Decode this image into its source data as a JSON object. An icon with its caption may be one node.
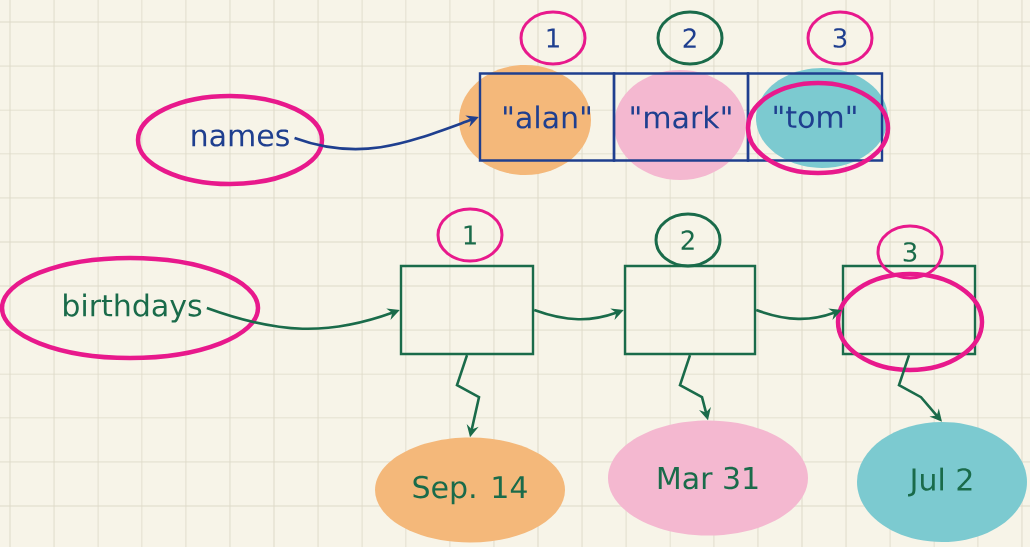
{
  "diagram": {
    "nodes": [
      {
        "text": [
          "names"
        ]
      },
      {
        "text": [
          "\"alan\""
        ],
        "beside": [
          "1"
        ]
      },
      {
        "text": [
          "\"mark\""
        ],
        "beside": [
          "2"
        ]
      },
      {
        "text": [
          "\"tom\""
        ],
        "beside": [
          "3"
        ]
      },
      {
        "text": [
          "birthdays"
        ]
      },
      {
        "text": [],
        "shape": "box",
        "beside": [
          "1"
        ]
      },
      {
        "text": [],
        "shape": "box",
        "beside": [
          "2"
        ]
      },
      {
        "text": [],
        "shape": "box",
        "beside": [
          "3"
        ]
      },
      {
        "text": [
          "Sep. 14"
        ]
      },
      {
        "text": [
          "Mar 31"
        ]
      },
      {
        "text": [
          "Jul 2"
        ]
      }
    ],
    "edges": [
      {
        "from": 0,
        "to": 1,
        "arrow": "to",
        "color": "#1f3f8f"
      },
      {
        "from": 4,
        "to": 5,
        "arrow": "to"
      },
      {
        "from": 5,
        "to": 6,
        "arrow": "to"
      },
      {
        "from": 6,
        "to": 7,
        "arrow": "to"
      },
      {
        "from": 5,
        "to": 8,
        "arrow": "to"
      },
      {
        "from": 6,
        "to": 9,
        "arrow": "to"
      },
      {
        "from": 7,
        "to": 10,
        "arrow": "to"
      }
    ]
  }
}
